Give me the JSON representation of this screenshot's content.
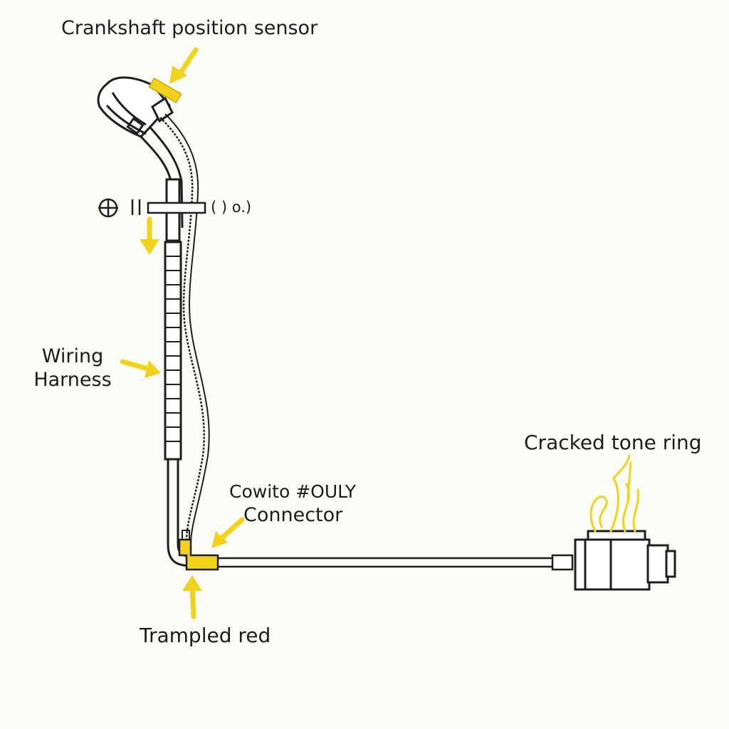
{
  "labels": {
    "crankshaft_sensor": "Crankshaft position sensor",
    "wiring_harness_line1": "Wiring",
    "wiring_harness_line2": "Harness",
    "cracked_tone_ring": "Cracked tone ring",
    "connector_line1": "Cowito #OULY",
    "connector_line2": "Connector",
    "trampled_red": "Trampled red",
    "gauge_text": "( ) o.)"
  },
  "colors": {
    "outline": "#1e1e1e",
    "highlight": "#f2d21b",
    "background": "#fbfbf8"
  }
}
